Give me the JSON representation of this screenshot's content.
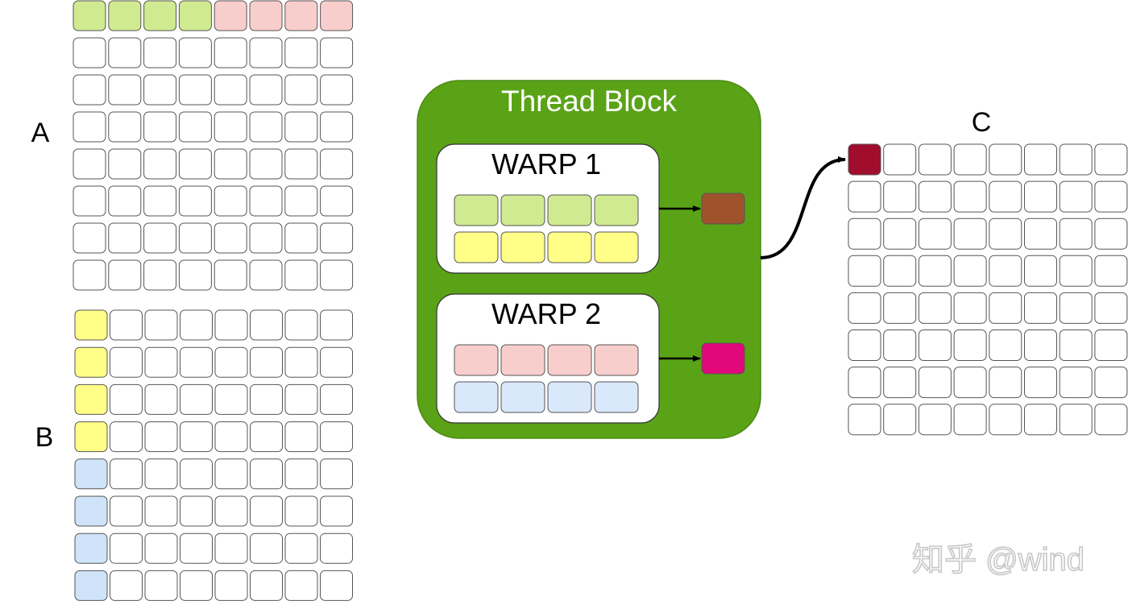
{
  "labels": {
    "matrix_a": "A",
    "matrix_b": "B",
    "matrix_c": "C",
    "thread_block": "Thread Block",
    "warp1": "WARP 1",
    "warp2": "WARP 2",
    "watermark": "知乎 @wind"
  },
  "colors": {
    "green": "#cfea90",
    "pink": "#f8cecc",
    "yellow": "#ffff88",
    "blue": "#dae8fc",
    "blue_b": "#cfe3f9",
    "block_green": "#5aa317",
    "output_brown": "#a0522d",
    "output_magenta": "#e0087a",
    "output_c": "#a10d2d",
    "cell_border": "#555555",
    "empty": "#ffffff"
  },
  "matrix_a": {
    "rows": 8,
    "cols": 8,
    "highlight_row": 0,
    "highlight_colors": [
      "green",
      "green",
      "green",
      "green",
      "pink",
      "pink",
      "pink",
      "pink"
    ]
  },
  "matrix_b": {
    "rows": 8,
    "cols": 8,
    "highlight_col": 0,
    "highlight_colors": [
      "yellow",
      "yellow",
      "yellow",
      "yellow",
      "blue_b",
      "blue_b",
      "blue_b",
      "blue_b"
    ]
  },
  "matrix_c": {
    "rows": 8,
    "cols": 8,
    "highlight_row": 0,
    "highlight_col": 0,
    "highlight_color": "output_c"
  },
  "warps": [
    {
      "label_key": "warp1",
      "row_colors": [
        "green",
        "yellow"
      ],
      "output_color": "output_brown"
    },
    {
      "label_key": "warp2",
      "row_colors": [
        "pink",
        "blue"
      ],
      "output_color": "output_magenta"
    }
  ]
}
